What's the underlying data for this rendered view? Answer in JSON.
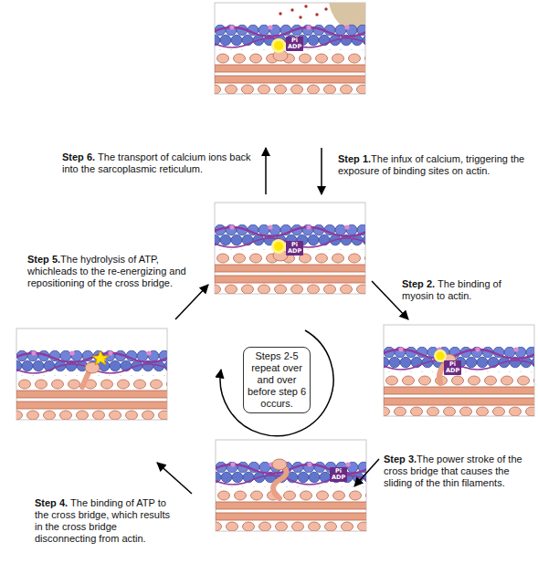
{
  "diagram": {
    "nodes": [
      {
        "text": [
          "Steps 2-5 repeat over and over before step 6 occurs."
        ]
      }
    ],
    "labels": [
      "Pi",
      "ADP",
      "Step 6.",
      "The transport of calcium ions back into the sarcoplasmic reticulum.",
      "Step 1.",
      "The infux of calcium, triggering the exposure of binding sites on actin.",
      "Pi",
      "ADP",
      "Step 5.",
      "The hydrolysis of ATP, whichleads to the re-energizing and repositioning of the cross bridge.",
      "Step 2.",
      "The binding of myosin to actin.",
      "Pi",
      "ADP",
      "Step 3.",
      "The power stroke of the cross bridge that causes the sliding of the thin filaments.",
      "Pi",
      "ADP",
      "Step 4.",
      "The binding of ATP to the cross bridge, which results in the cross bridge disconnecting from actin."
    ]
  }
}
